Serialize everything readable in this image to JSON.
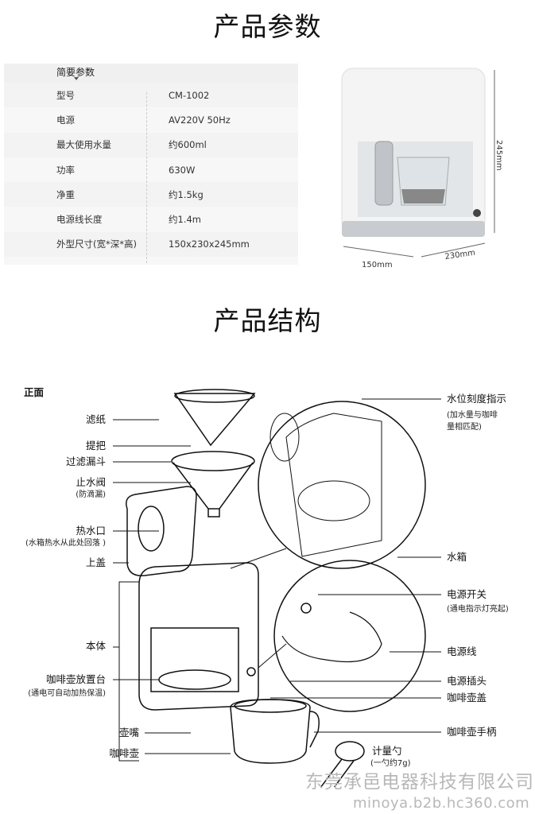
{
  "params_title": "产品参数",
  "spec_table": {
    "header": "简要参数",
    "rows": [
      {
        "label": "型号",
        "value": "CM-1002"
      },
      {
        "label": "电源",
        "value": "AV220V 50Hz"
      },
      {
        "label": "最大使用水量",
        "value": "约600ml"
      },
      {
        "label": "功率",
        "value": "630W"
      },
      {
        "label": "净重",
        "value": "约1.5kg"
      },
      {
        "label": "电源线长度",
        "value": "约1.4m"
      },
      {
        "label": "外型尺寸(宽*深*高)",
        "value": "150x230x245mm"
      }
    ]
  },
  "dimensions": {
    "height": "245mm",
    "width": "150mm",
    "depth": "230mm"
  },
  "structure_title": "产品结构",
  "diagram": {
    "view_label": "正面",
    "left": {
      "filter_paper": "滤纸",
      "handle": "提把",
      "filter_funnel": "过滤漏斗",
      "stop_valve": "止水阀",
      "stop_valve_note": "(防滴漏)",
      "hot_water_outlet": "热水口",
      "hot_water_note": "(水箱热水从此处回落 )",
      "top_lid": "上盖",
      "body": "本体",
      "pot_stand": "咖啡壶放置台",
      "pot_stand_note": "(通电可自动加热保温)",
      "spout": "壶嘴",
      "coffee_pot": "咖啡壶"
    },
    "right": {
      "water_level": "水位刻度指示",
      "water_level_note1": "(加水量与咖啡",
      "water_level_note2": "量相匹配)",
      "water_tank": "水箱",
      "power_switch": "电源开关",
      "power_switch_note": "(通电指示灯亮起)",
      "power_cord": "电源线",
      "power_plug": "电源插头",
      "pot_lid": "咖啡壶盖",
      "pot_handle": "咖啡壶手柄"
    },
    "scoop": "计量勺",
    "scoop_note": "(一勺约7g)"
  },
  "watermark": {
    "company": "东莞承邑电器科技有限公司",
    "url": "minoya.b2b.hc360.com"
  }
}
